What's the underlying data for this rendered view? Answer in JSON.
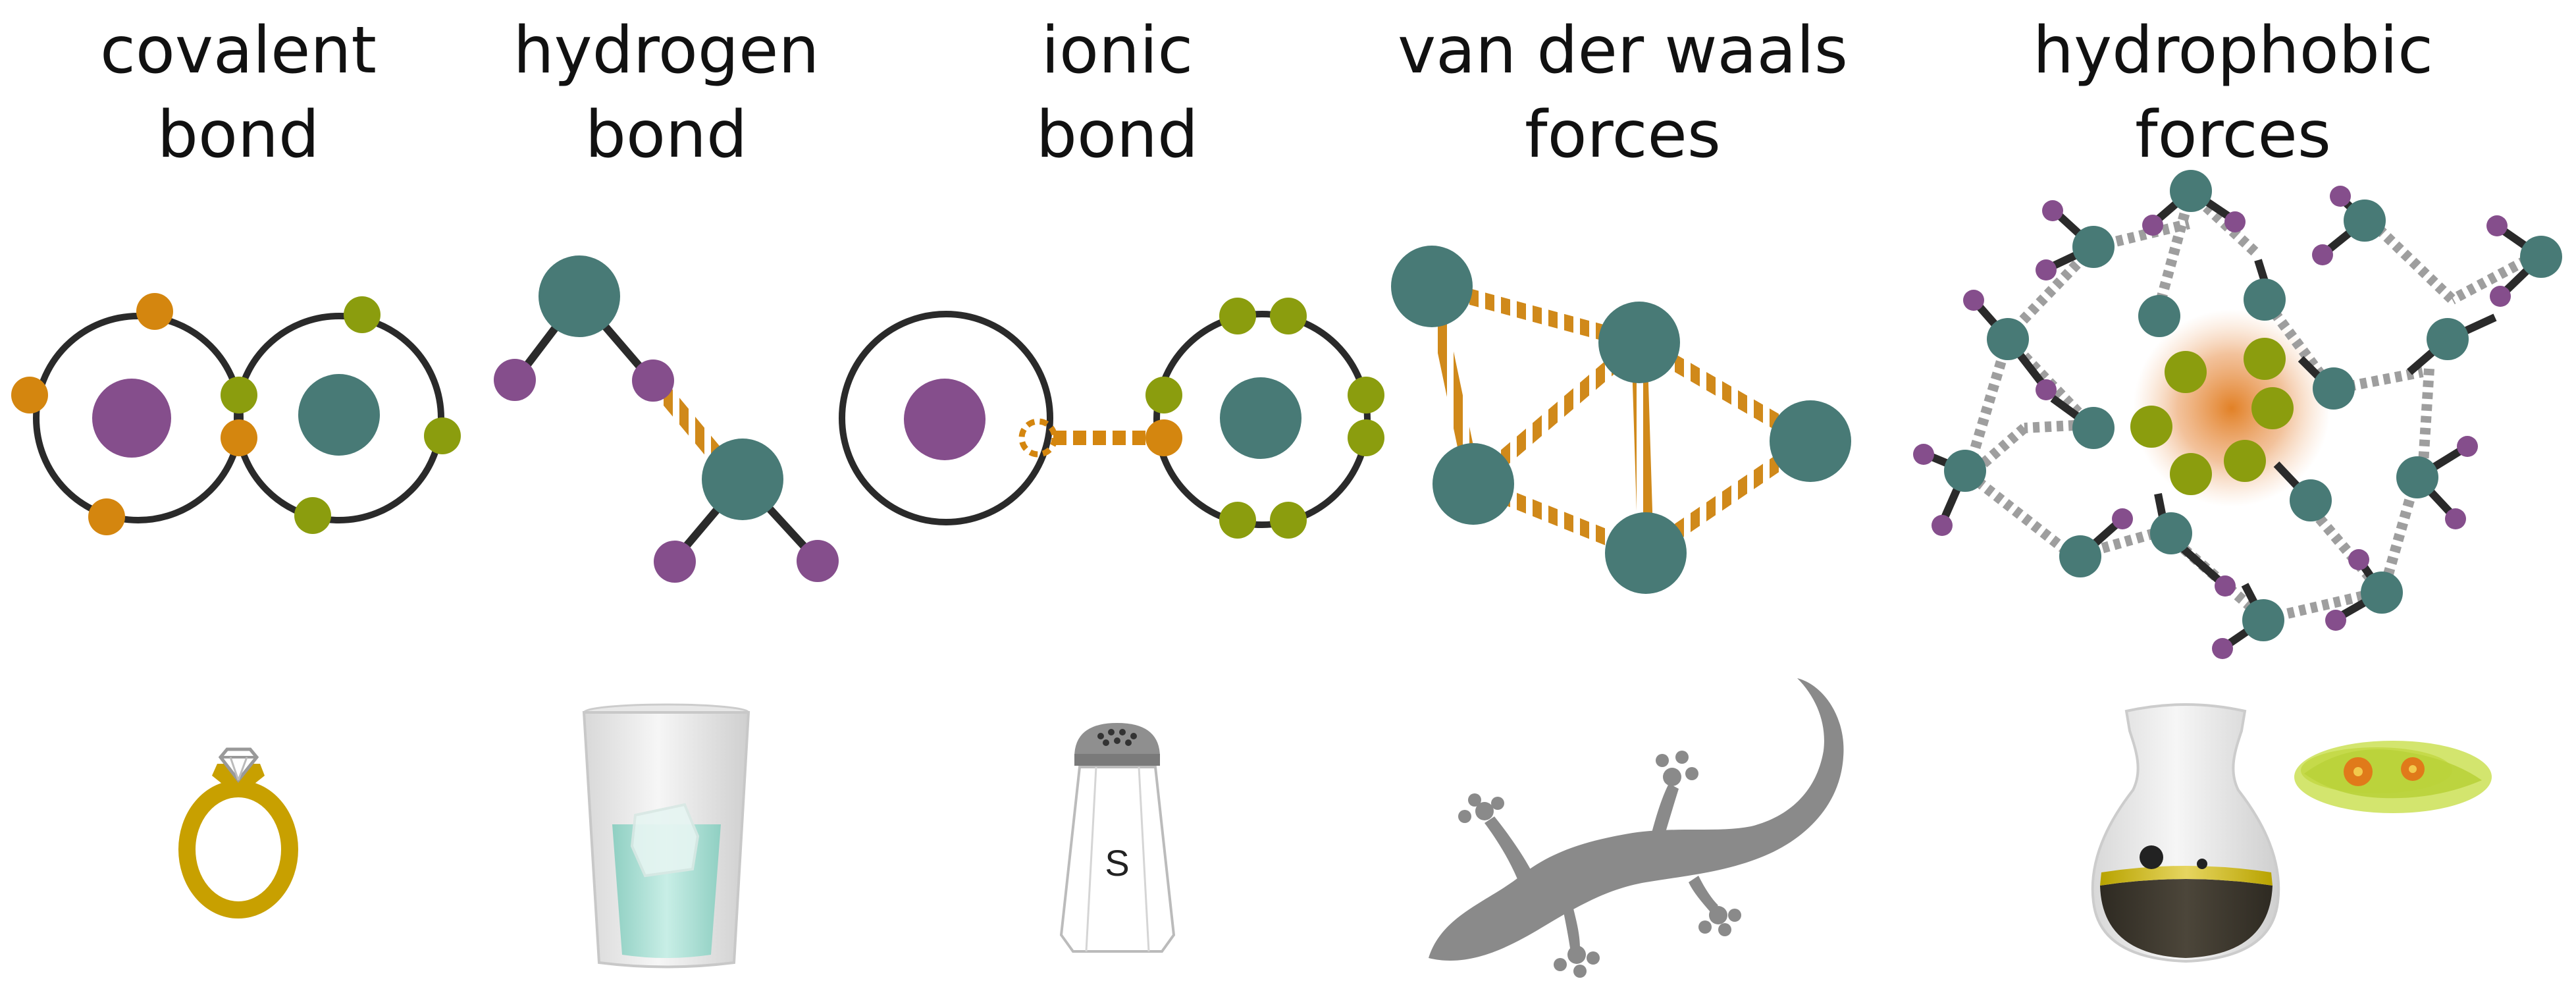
{
  "panels": [
    {
      "id": "covalent",
      "title_line1": "covalent",
      "title_line2": "bond",
      "example_icon": "diamond-ring"
    },
    {
      "id": "hydrogen",
      "title_line1": "hydrogen",
      "title_line2": "bond",
      "example_icon": "glass-of-water-with-ice"
    },
    {
      "id": "ionic",
      "title_line1": "ionic",
      "title_line2": "bond",
      "example_icon": "salt-shaker"
    },
    {
      "id": "vdw",
      "title_line1": "van der waals",
      "title_line2": "forces",
      "example_icon": "gecko"
    },
    {
      "id": "hydrophobic",
      "title_line1": "hydrophobic",
      "title_line2": "forces",
      "example_icon": "oil-and-vinegar"
    }
  ],
  "salt_shaker_letter": "S",
  "colors": {
    "teal_atom": "#487A76",
    "purple_atom": "#854E8C",
    "orange_electron": "#D4860F",
    "olive_electron": "#8B9D0E",
    "bond_stripe": "#D0891A",
    "water_bond_stripe": "#9E9E9E",
    "orbit_stroke": "#2A2A2A",
    "ring_gold": "#C8A000",
    "gecko_gray": "#8A8A8A",
    "water_fill": "#A8DCD0"
  }
}
